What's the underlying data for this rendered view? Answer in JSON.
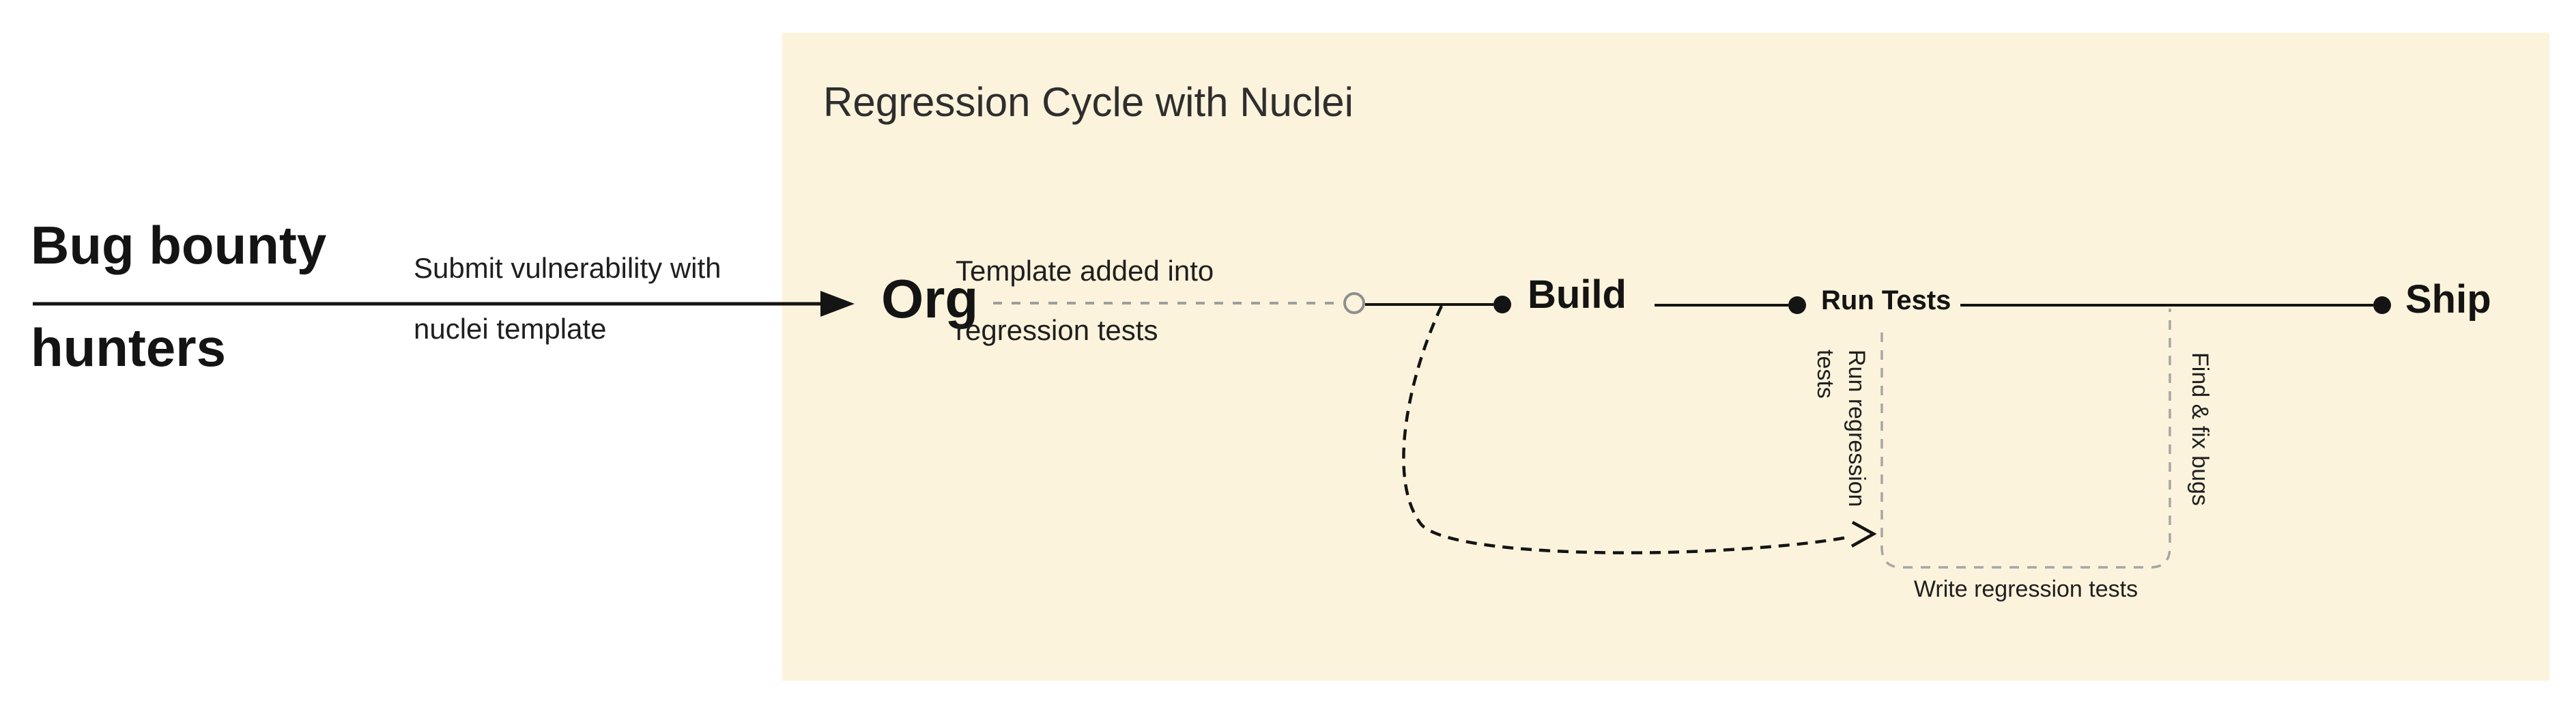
{
  "left_section": {
    "actor_line1": "Bug bounty",
    "actor_line2": "hunters",
    "arrow_label_line1": "Submit vulnerability with",
    "arrow_label_line2": "nuclei template"
  },
  "panel": {
    "title": "Regression Cycle with Nuclei",
    "nodes": {
      "org": "Org",
      "build": "Build",
      "run_tests": "Run Tests",
      "ship": "Ship"
    },
    "labels": {
      "template_added_line1": "Template added into",
      "template_added_line2": "regression tests",
      "run_regression_vertical": "Run regression tests",
      "find_fix_vertical": "Find & fix bugs",
      "write_regression": "Write regression tests"
    }
  },
  "colors": {
    "panel-bg": "#FCF3DC",
    "ink": "#141414",
    "title-ink": "#2E2E2E",
    "gray-dash": "#9E9E9E",
    "bracket-gray": "#A6A6A6"
  }
}
